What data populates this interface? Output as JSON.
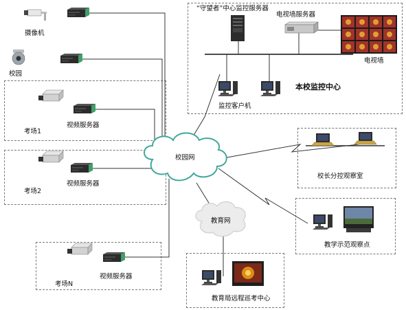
{
  "labels": {
    "camera": "摄像机",
    "campus_cam": "校园",
    "exam1": "考场1",
    "exam2": "考场2",
    "examN": "考场N",
    "video_server": "视频服务器",
    "campus_net": "校园网",
    "edu_net": "教育网",
    "center_server": "“守望者”中心监控服务器",
    "tvwall_server": "电视墙服务器",
    "tvwall": "电视墙",
    "monitor_center": "本校监控中心",
    "monitor_client": "监控客户机",
    "principal_room": "校长分控观察室",
    "demo_point": "教学示范观察点",
    "bureau_center": "教育局远程巡考中心"
  },
  "icons": {
    "camera": "cctv-camera-icon",
    "dome": "dome-camera-icon",
    "box_camera": "box-camera-icon",
    "encoder": "video-server-icon",
    "server": "tower-server-icon",
    "rack": "rack-server-icon",
    "pc": "desktop-pc-icon",
    "laptop": "laptop-icon",
    "cloud": "cloud-network-icon",
    "tv_screen": "tv-screen-icon"
  },
  "colors": {
    "cloud_stroke": "#3fa89a",
    "encoder_green": "#3fa06a",
    "line": "#333333",
    "dash": "#777777"
  }
}
